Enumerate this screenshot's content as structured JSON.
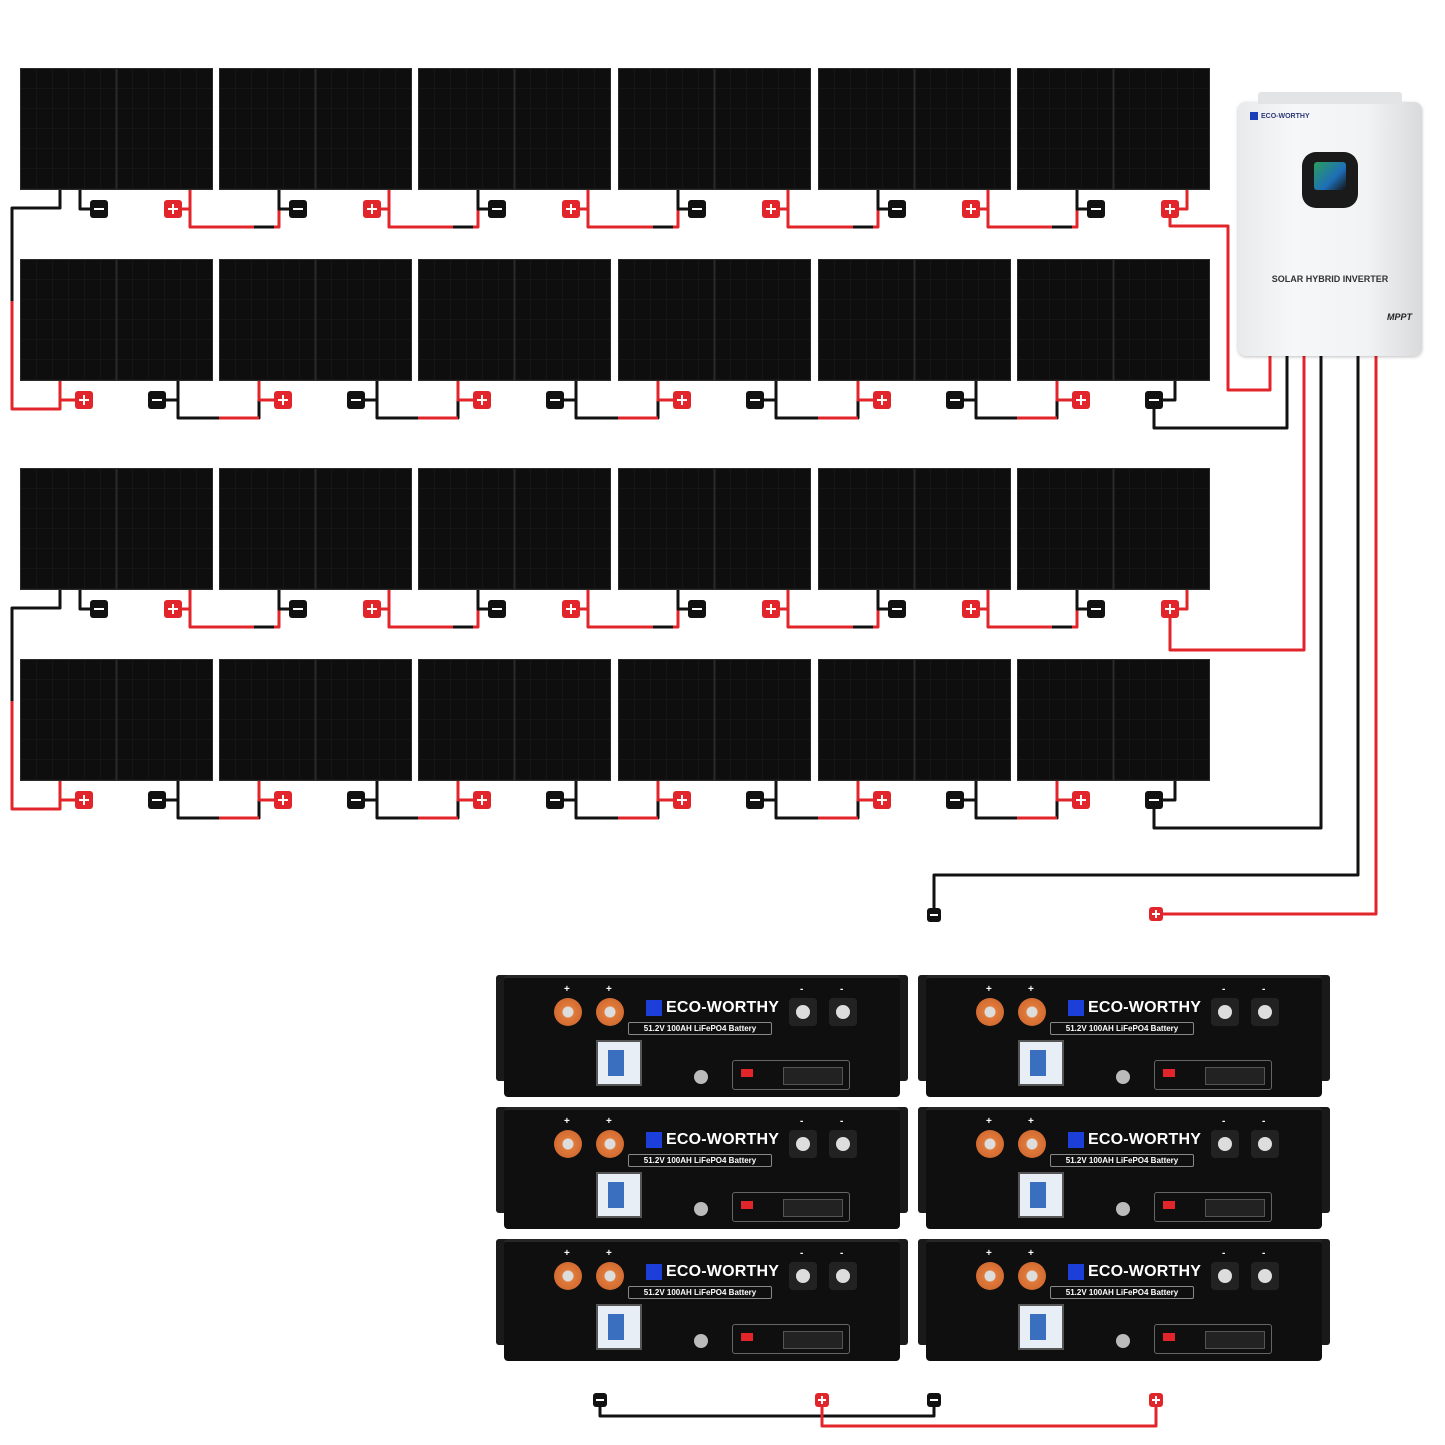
{
  "inverter": {
    "brand": "ECO-WORTHY",
    "title": "SOLAR HYBRID INVERTER",
    "badge": "MPPT"
  },
  "battery": {
    "brand": "ECO-WORTHY",
    "model": "51.2V 100AH LiFePO4 Battery",
    "positive_sign": "+",
    "negative_sign": "-"
  },
  "counts": {
    "solar_panels": 24,
    "batteries": 6
  },
  "colors": {
    "positive_wire": "#e2252a",
    "negative_wire": "#111111",
    "panel": "#0e0e0e",
    "battery_terminal": "#e07a3a",
    "logo": "#1b3fd8"
  }
}
